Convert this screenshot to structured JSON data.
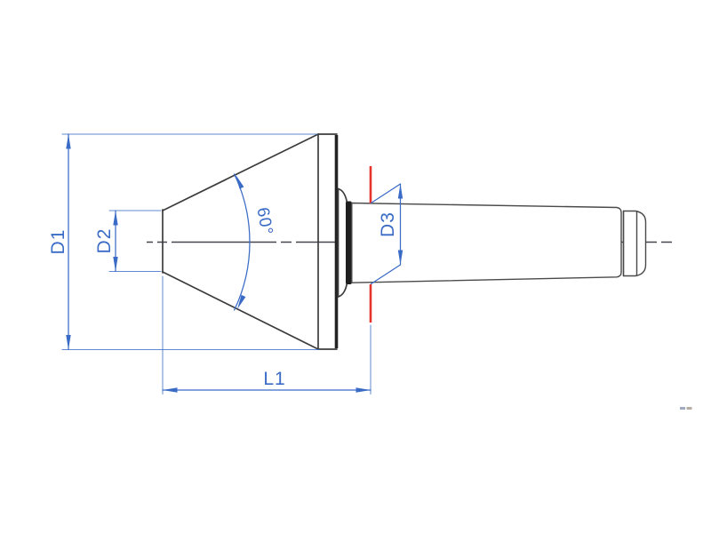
{
  "drawing": {
    "type": "technical-drawing",
    "subject": "lathe center side view with dimensions",
    "labels": {
      "d1": "D1",
      "d2": "D2",
      "d3": "D3",
      "angle": "60°",
      "l1": "L1"
    },
    "colors": {
      "dimension_blue": "#3A6BC6",
      "gauge_line_red": "#E5342A",
      "part_edge_dark": "#3C3C3C",
      "centerline_gray": "#474750",
      "shadow_fill_dark": "#1F1F1F",
      "background": "#FFFFFF"
    }
  }
}
